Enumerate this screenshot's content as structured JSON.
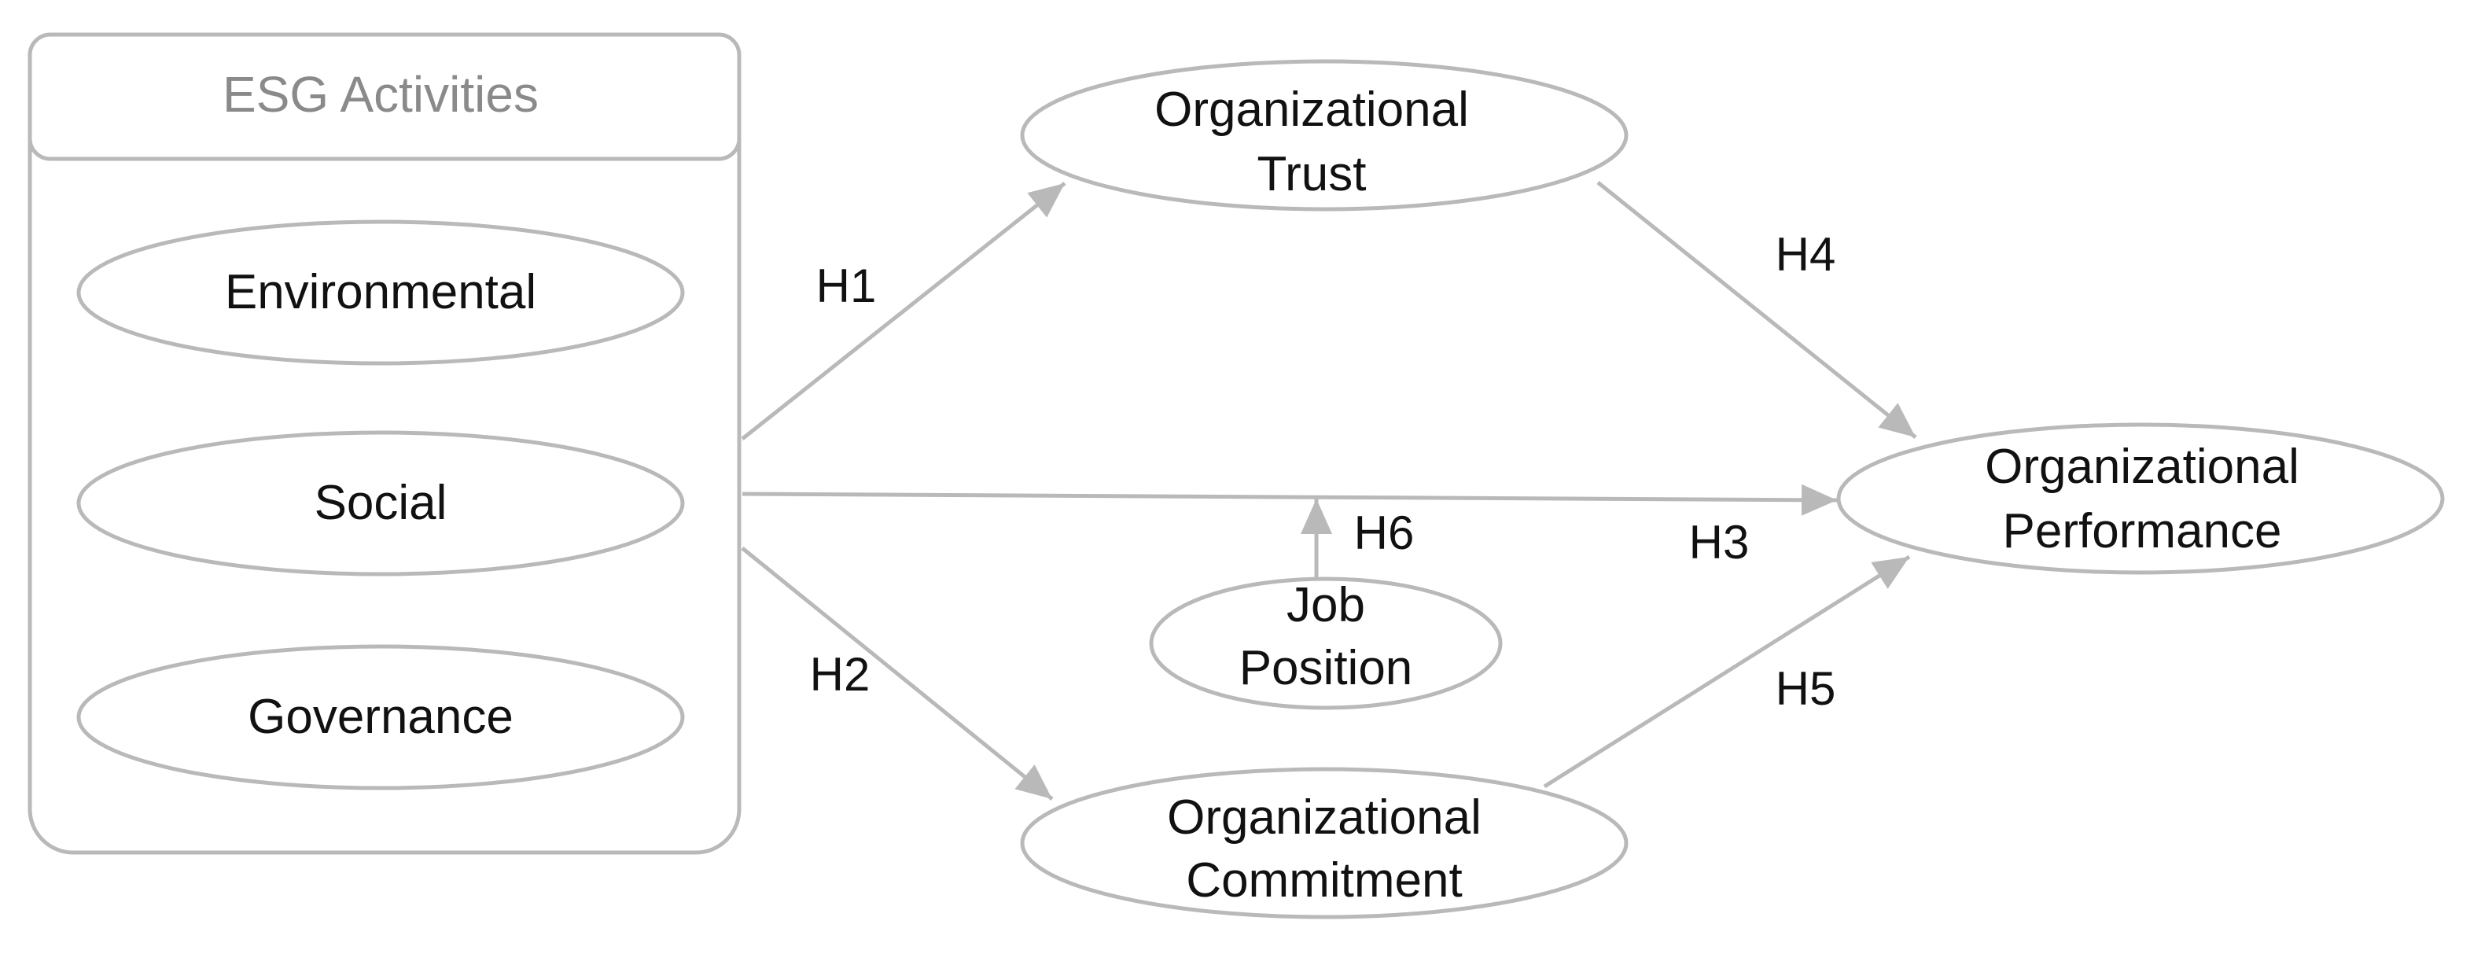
{
  "group": {
    "title": "ESG Activities",
    "items": [
      "Environmental",
      "Social",
      "Governance"
    ]
  },
  "nodes": {
    "trust": [
      "Organizational",
      "Trust"
    ],
    "commitment": [
      "Organizational",
      "Commitment"
    ],
    "performance": [
      "Organizational",
      "Performance"
    ],
    "job_position": [
      "Job",
      "Position"
    ]
  },
  "edges": {
    "h1": "H1",
    "h2": "H2",
    "h3": "H3",
    "h4": "H4",
    "h5": "H5",
    "h6": "H6"
  },
  "colors": {
    "stroke": "#b9b9b9",
    "text": "#111111",
    "header_text": "#8a8a8a"
  }
}
